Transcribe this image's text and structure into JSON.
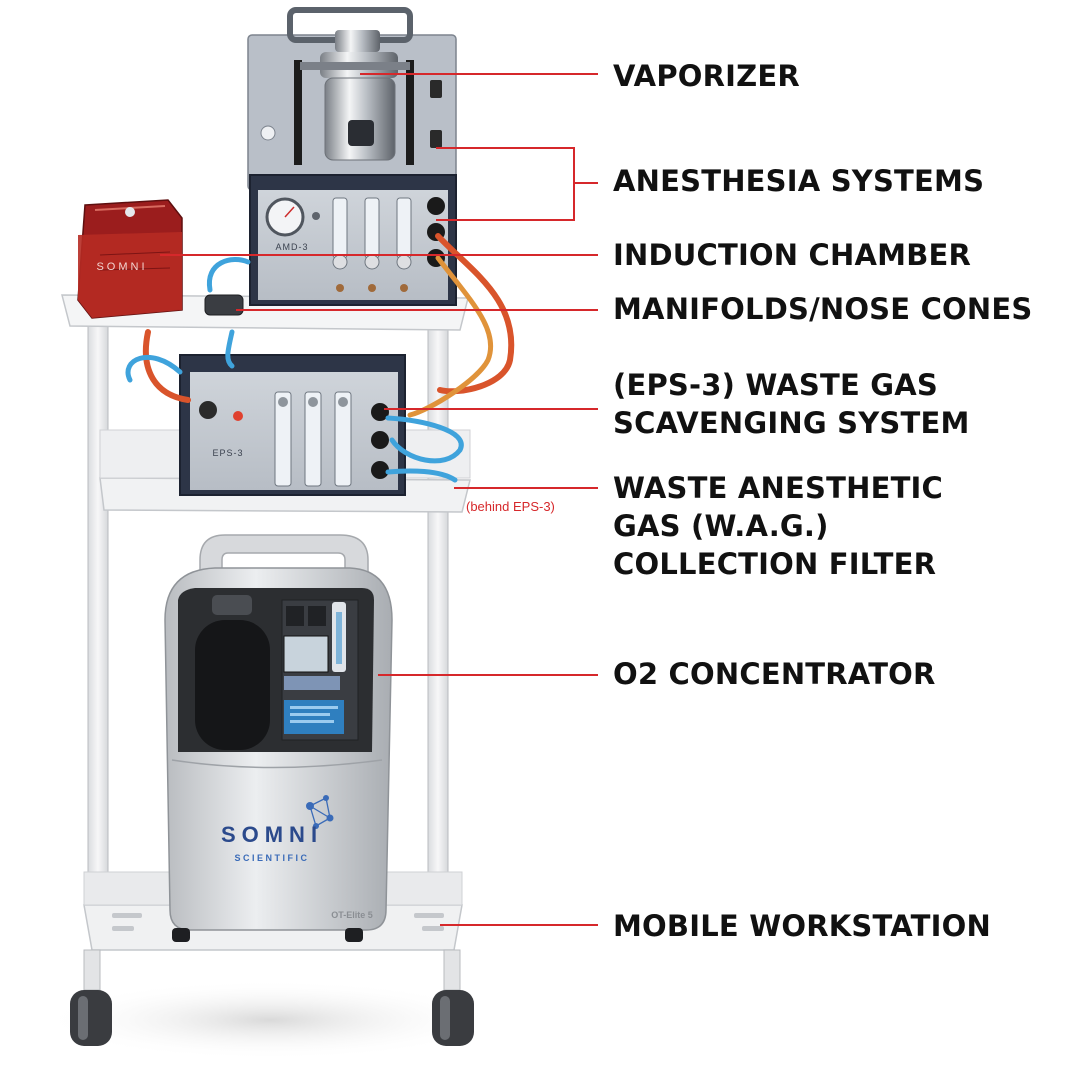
{
  "callouts": [
    {
      "id": "vaporizer",
      "label": "VAPORIZER"
    },
    {
      "id": "anesthesia-systems",
      "label": "ANESTHESIA SYSTEMS"
    },
    {
      "id": "induction-chamber",
      "label": "INDUCTION CHAMBER"
    },
    {
      "id": "manifolds-nose-cones",
      "label": "MANIFOLDS/NOSE CONES"
    },
    {
      "id": "eps3-scavenging",
      "label": "(EPS-3) WASTE GAS\nSCAVENGING SYSTEM"
    },
    {
      "id": "wag-filter",
      "label": "WASTE ANESTHETIC\nGAS (W.A.G.)\nCOLLECTION FILTER"
    },
    {
      "id": "o2-concentrator",
      "label": "O2 CONCENTRATOR"
    },
    {
      "id": "mobile-workstation",
      "label": "MOBILE WORKSTATION"
    }
  ],
  "note": "(behind EPS-3)",
  "device_labels": {
    "amd": "AMD-3",
    "eps": "EPS-3",
    "brand": "SOMNI",
    "brand_sub": "SCIENTIFIC",
    "concentrator_model": "OT-Elite 5"
  },
  "colors": {
    "leader_line": "#d6282b",
    "brand_blue": "#2b4a8c",
    "tube_red": "#d9542b",
    "tube_blue": "#3fa3dc",
    "panel_gray": "#9fa6b0",
    "box_navy": "#2d3547"
  }
}
